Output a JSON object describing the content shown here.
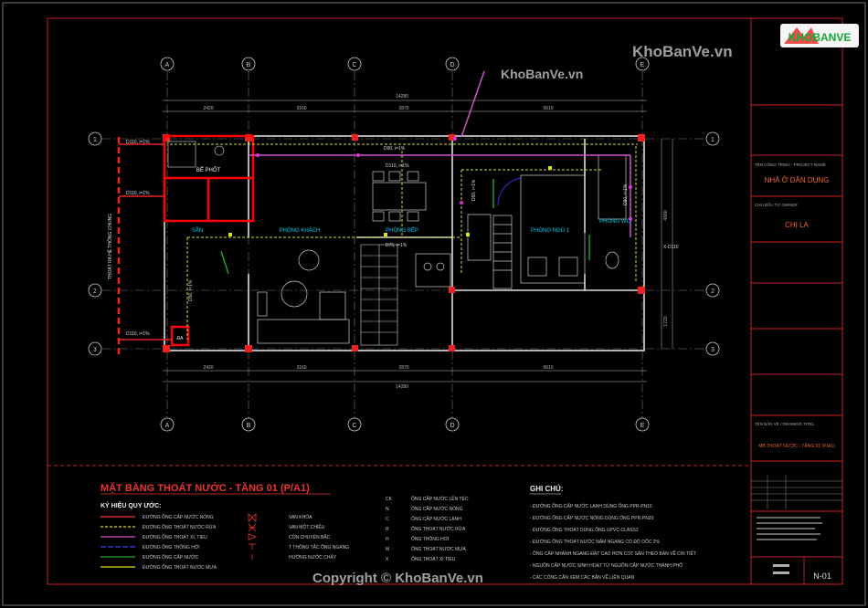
{
  "watermarks": {
    "logo_text": "KHOBANVE",
    "site_top_right": "KhoBanVe.vn",
    "site_center": "KhoBanVe.vn",
    "copyright": "Copyright © KhoBanVe.vn"
  },
  "grid_axes": {
    "columns": [
      "A",
      "B",
      "C",
      "D",
      "E"
    ],
    "rows": [
      "1",
      "2",
      "3"
    ]
  },
  "dimensions": {
    "top_total": "14280",
    "top_segments": [
      "2420",
      "3160",
      "2870",
      "5610"
    ],
    "bottom_total": "14280",
    "bottom_segments": [
      "2420",
      "3160",
      "2870",
      "5610"
    ],
    "right_segments": [
      "4660",
      "1720"
    ]
  },
  "rooms": {
    "septic": "BỂ PHỐT",
    "yard": "SÂN",
    "living": "PHÒNG KHÁCH",
    "kitchen": "PHÒNG BẾP",
    "bedroom": "PHÒNG NGỦ 1",
    "wc": "PHÒNG WC"
  },
  "annotations": {
    "left_outlet": "THOÁT RA HỆ THỐNG CHUNG",
    "pipe_d110": "D110, i=1%",
    "pipe_d90": "D90, i=1%",
    "pipe_d75": "D75, i=1%",
    "pipe_d50": "D50, i=1%",
    "da": "ĐA",
    "riser": "X-D110"
  },
  "drawing": {
    "title": "MẶT BẰNG THOÁT NƯỚC - TẦNG 01 (P/A1)",
    "legend_heading": "KÝ HIỆU QUY ƯỚC:",
    "legend_lines": [
      "ĐƯỜNG ỐNG CẤP NƯỚC NÓNG",
      "ĐƯỜNG ỐNG THOÁT NƯỚC RỬA",
      "ĐƯỜNG ỐNG THOÁT XÍ, TIỂU",
      "ĐƯỜNG ỐNG THÔNG HƠI",
      "ĐƯỜNG ỐNG CẤP NƯỚC",
      "ĐƯỜNG ỐNG THOÁT NƯỚC MƯA"
    ],
    "legend_symbols": [
      "VAN KHÓA",
      "VAN MỘT CHIỀU",
      "CÔN CHUYỂN BẬC",
      "T THÔNG TẮC ỐNG NGANG",
      "HƯỚNG NƯỚC CHẢY"
    ],
    "codes": [
      {
        "code": "CK",
        "label": "ỐNG CẤP NƯỚC LÊN TÉC"
      },
      {
        "code": "N",
        "label": "ỐNG CẤP NƯỚC NÓNG"
      },
      {
        "code": "C",
        "label": "ỐNG CẤP NƯỚC LẠNH"
      },
      {
        "code": "R",
        "label": "ỐNG THOÁT NƯỚC RỬA"
      },
      {
        "code": "H",
        "label": "ỐNG THÔNG HƠI"
      },
      {
        "code": "M",
        "label": "ỐNG THOÁT NƯỚC MƯA"
      },
      {
        "code": "X",
        "label": "ỐNG THOÁT XÍ TIỂU"
      }
    ],
    "notes_heading": "GHI CHÚ:",
    "notes": [
      "- ĐƯỜNG ỐNG CẤP NƯỚC LẠNH DÙNG ỐNG PPR-PN10",
      "- ĐƯỜNG ỐNG CẤP NƯỚC NÓNG DÙNG ỐNG PPR-PN20",
      "- ĐƯỜNG ỐNG THOÁT DÙNG ỐNG UPVC-CLASS2",
      "- ĐƯỜNG ỐNG THOÁT NƯỚC NẰM NGANG CÓ ĐỘ DỐC 2%",
      "- ỐNG CẤP NHÁNH NGANG ĐẶT CAO HƠN COT SÀN THEO BẢN VẼ CHI TIẾT",
      "- NGUỒN CẤP NƯỚC SINH HOẠT TỪ NGUỒN CẤP NƯỚC THÀNH PHỐ",
      "- CÁC CÔNG CẦN XEM CÁC BẢN VẼ LIÊN QUAN"
    ]
  },
  "title_block": {
    "project_label": "TÊN CÔNG TRÌNH - PROJECT NAME",
    "project_name": "NHÀ Ở DÂN DỤNG",
    "owner_label": "CHỦ ĐẦU TƯ OWNER",
    "owner_name": "CHỊ LA",
    "drawing_title_label": "TÊN BẢN VẼ / DRAWING TITEL",
    "drawing_title": "MB THOÁT NƯỚC - TẦNG 01 (P/A1)",
    "sheet_no": "N-01"
  }
}
